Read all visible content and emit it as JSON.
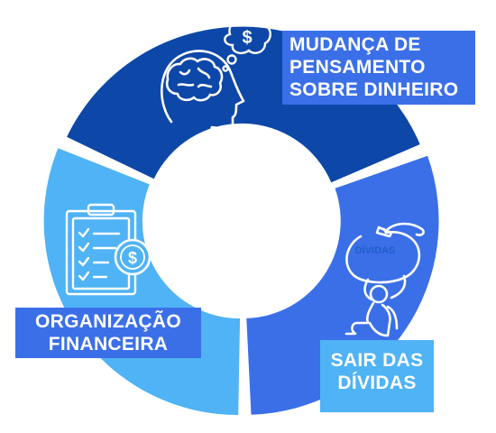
{
  "segments": [
    {
      "id": "mudanca",
      "label_lines": [
        "MUDANÇA DE",
        "PENSAMENTO",
        "SOBRE DINHEIRO"
      ],
      "color": "#0d47a8",
      "icon": "brain-head-money-thought-icon"
    },
    {
      "id": "sair",
      "label_lines": [
        "SAIR DAS",
        "DÍVIDAS"
      ],
      "color": "#3a6fe8",
      "icon": "person-carrying-debt-bag-icon"
    },
    {
      "id": "org",
      "label_lines": [
        "ORGANIZAÇÃO",
        "FINANCEIRA"
      ],
      "color": "#4fb3f5",
      "icon": "clipboard-checklist-dollar-icon"
    }
  ],
  "icons": {
    "thought_symbol": "$",
    "clipboard_symbol": "$",
    "bag_text": "DÍVIDAS"
  },
  "colors": {
    "label_box_primary": "#3a6fe8",
    "label_box_light": "#4fb3f5",
    "center": "#ffffff"
  }
}
